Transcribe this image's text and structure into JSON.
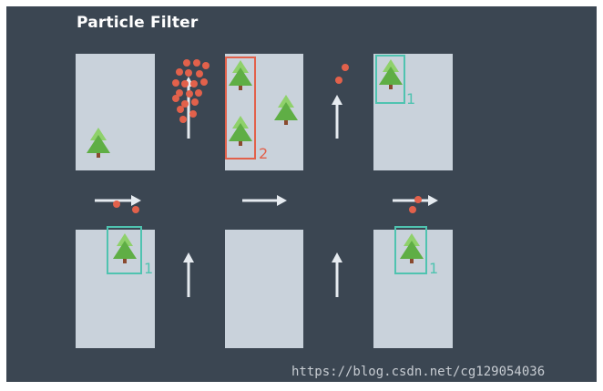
{
  "title": "Particle Filter",
  "watermark": "https://blog.csdn.net/cg129054036",
  "labels": {
    "box_red": "2",
    "box_teal_top_right": "1",
    "box_teal_bottom_left": "1",
    "box_teal_bottom_right": "1"
  },
  "colors": {
    "background": "#3b4652",
    "map_panel": "#c9d2db",
    "particle": "#e2614b",
    "tree_light": "#8fd16b",
    "tree_dark": "#5fae45",
    "trunk": "#8a4a2f",
    "arrow": "#e6ebf0",
    "box_red": "#e2614b",
    "box_teal": "#4fc3b0"
  }
}
